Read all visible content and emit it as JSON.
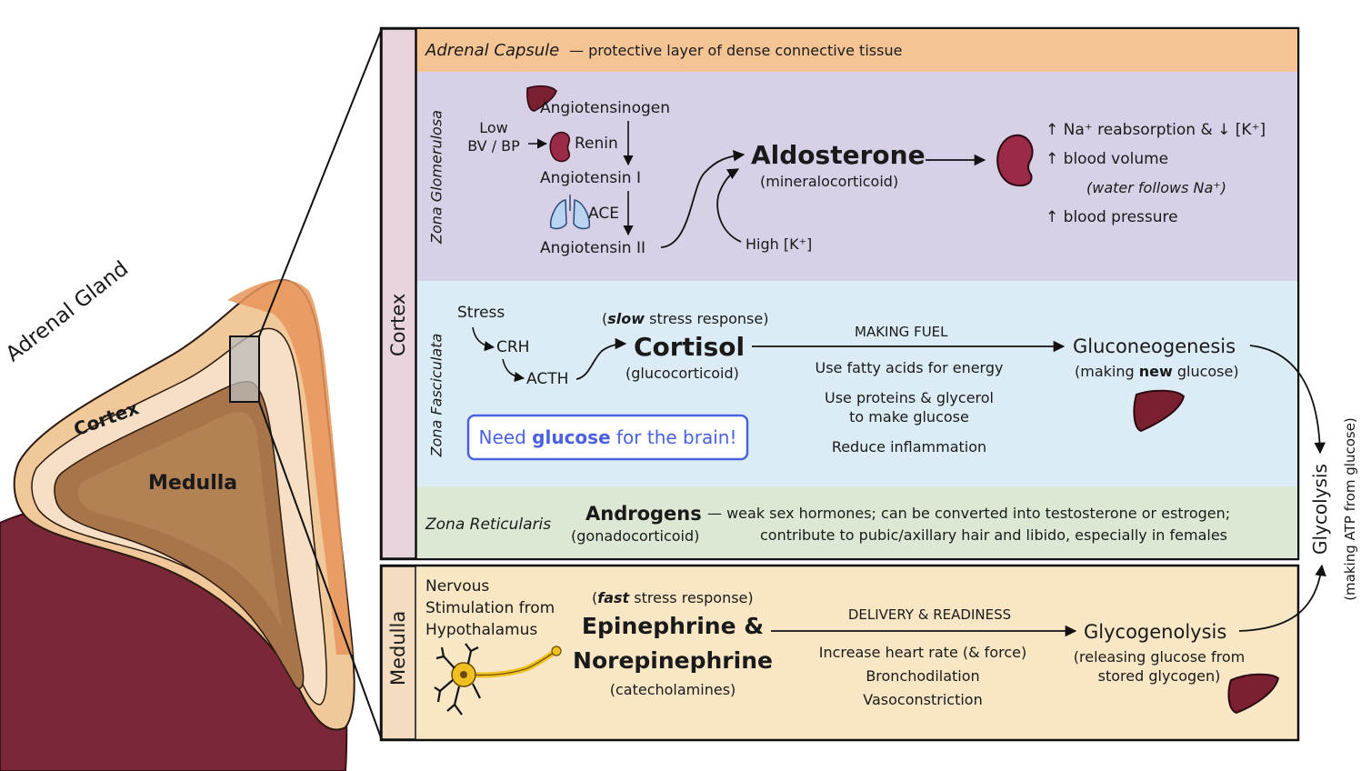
{
  "gland": {
    "title": "Adrenal Gland",
    "cortex_label": "Cortex",
    "medulla_label": "Medulla"
  },
  "sections": {
    "cortex": "Cortex",
    "medulla": "Medulla"
  },
  "capsule": {
    "title": "Adrenal Capsule",
    "description": "— protective layer of dense connective tissue"
  },
  "glomerulosa": {
    "zone": "Zona Glomerulosa",
    "trigger_line1": "Low",
    "trigger_line2": "BV / BP",
    "angiotensinogen": "Angiotensinogen",
    "renin": "Renin",
    "angiotensin1": "Angiotensin I",
    "ace": "ACE",
    "angiotensin2": "Angiotensin II",
    "high_k": "High [K⁺]",
    "hormone": "Aldosterone",
    "hormone_class": "(mineralocorticoid)",
    "effect1": "↑ Na⁺ reabsorption & ↓ [K⁺]",
    "effect2": "↑ blood volume",
    "effect3": "(water follows Na⁺)",
    "effect4": "↑ blood pressure"
  },
  "fasciculata": {
    "zone": "Zona Fasciculata",
    "stress": "Stress",
    "crh": "CRH",
    "acth": "ACTH",
    "response_pre": "(",
    "response_bold": "slow",
    "response_post": " stress response)",
    "hormone": "Cortisol",
    "hormone_class": "(glucocorticoid)",
    "heading": "MAKING FUEL",
    "effect1": "Use fatty acids for energy",
    "effect2_line1": "Use proteins & glycerol",
    "effect2_line2": "to make glucose",
    "effect3": "Reduce inflammation",
    "process": "Gluconeogenesis",
    "process_pre": "(making ",
    "process_bold": "new",
    "process_post": " glucose)",
    "callout_pre": "Need ",
    "callout_bold": "glucose",
    "callout_post": " for the brain!"
  },
  "reticularis": {
    "zone": "Zona Reticularis",
    "hormone": "Androgens",
    "hormone_class": "(gonadocorticoid)",
    "desc_line1": "— weak sex hormones; can be converted into testosterone or estrogen;",
    "desc_line2": "contribute to pubic/axillary hair and libido, especially in females"
  },
  "medulla": {
    "trigger_line1": "Nervous",
    "trigger_line2": "Stimulation from",
    "trigger_line3": "Hypothalamus",
    "response_pre": "(",
    "response_bold": "fast",
    "response_post": " stress response)",
    "hormone_line1": "Epinephrine &",
    "hormone_line2": "Norepinephrine",
    "hormone_class": "(catecholamines)",
    "heading": "DELIVERY & READINESS",
    "effect1": "Increase heart rate (& force)",
    "effect2": "Bronchodilation",
    "effect3": "Vasoconstriction",
    "process": "Glycogenolysis",
    "process_line1": "(releasing glucose from",
    "process_line2": "stored glycogen)"
  },
  "glycolysis": {
    "title": "Glycolysis",
    "subtitle": "(making ATP from glucose)"
  },
  "colors": {
    "capsule": "#f4c494",
    "glomerulosa": "#d8d0e6",
    "fasciculata": "#dcecf6",
    "reticularis": "#dde8d4",
    "medulla": "#f9e6c4",
    "cortex_sidebar": "#e8d4dc",
    "organ": "#8a3a4a",
    "callout": "#4a62e0"
  },
  "icons": [
    "liver-icon",
    "kidney-icon",
    "lungs-icon",
    "neuron-icon"
  ]
}
